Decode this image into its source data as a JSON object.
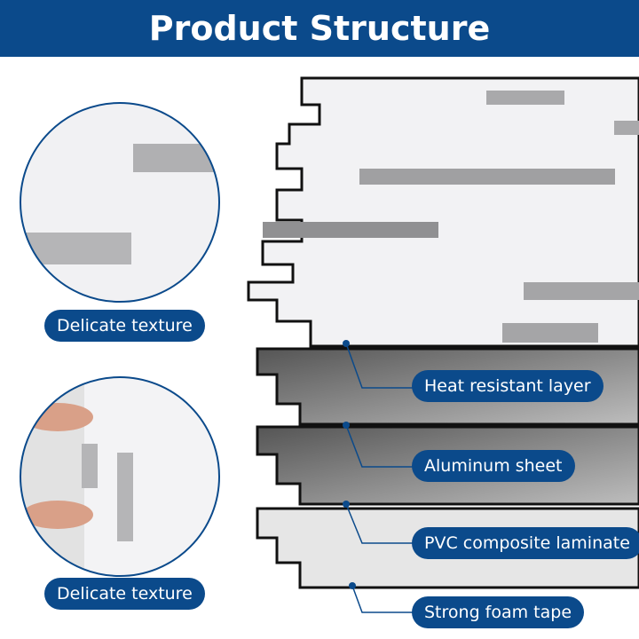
{
  "header": {
    "title": "Product Structure"
  },
  "left_labels": [
    "Delicate texture",
    "Delicate texture"
  ],
  "layers": [
    "Heat resistant layer",
    "Aluminum sheet",
    "PVC composite laminate",
    "Strong foam tape"
  ],
  "colors": {
    "brand": "#0b4a8b"
  }
}
